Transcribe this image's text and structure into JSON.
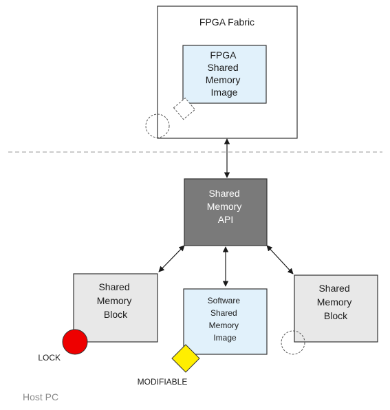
{
  "diagram": {
    "fabric": {
      "title": "FPGA Fabric"
    },
    "fpga_image": {
      "lines": [
        "FPGA",
        "Shared",
        "Memory",
        "Image"
      ]
    },
    "api": {
      "lines": [
        "Shared",
        "Memory",
        "API"
      ]
    },
    "block_left": {
      "lines": [
        "Shared",
        "Memory",
        "Block"
      ]
    },
    "software_image": {
      "lines": [
        "Software",
        "Shared",
        "Memory",
        "Image"
      ]
    },
    "block_right": {
      "lines": [
        "Shared",
        "Memory",
        "Block"
      ]
    },
    "lock_label": "LOCK",
    "modifiable_label": "MODIFIABLE",
    "host_label": "Host PC",
    "colors": {
      "box_border": "#333333",
      "light_blue_fill": "#e1f1fb",
      "grey_block_fill": "#e8e8e8",
      "api_fill": "#7a7a7a",
      "lock_red": "#ee0000",
      "modifiable_yellow": "#ffee00",
      "separator": "#999999"
    }
  }
}
